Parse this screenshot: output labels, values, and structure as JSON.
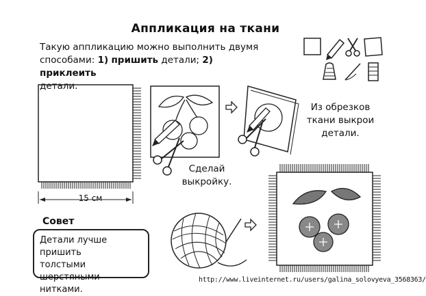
{
  "title": "Аппликация на ткани",
  "intro": {
    "line1": "Такую аппликацию можно выполнить двумя",
    "line2_start": "способами: ",
    "method1_num": "1)",
    "method1_word": "пришить",
    "method1_tail": " детали; ",
    "method2_num": "2)",
    "method2_word": "приклеить",
    "line3": "детали."
  },
  "dimension_label": "15 см",
  "step1_caption": [
    "Сделай",
    "выкройку."
  ],
  "step2_caption": [
    "Из обрезков",
    "ткани выкрои",
    "детали."
  ],
  "advice": {
    "title": "Совет",
    "text": [
      "Детали лучше пришить",
      "толстыми шерстяными",
      "нитками."
    ]
  },
  "footer_url": "http://www.liveinternet.ru/users/galina_solovyeva_3568363/",
  "icons": [
    "fabric-square-icon",
    "pencil-icon",
    "scissors-icon",
    "paper-square-icon",
    "thimble-icon",
    "needle-icon",
    "thread-spool-icon"
  ]
}
